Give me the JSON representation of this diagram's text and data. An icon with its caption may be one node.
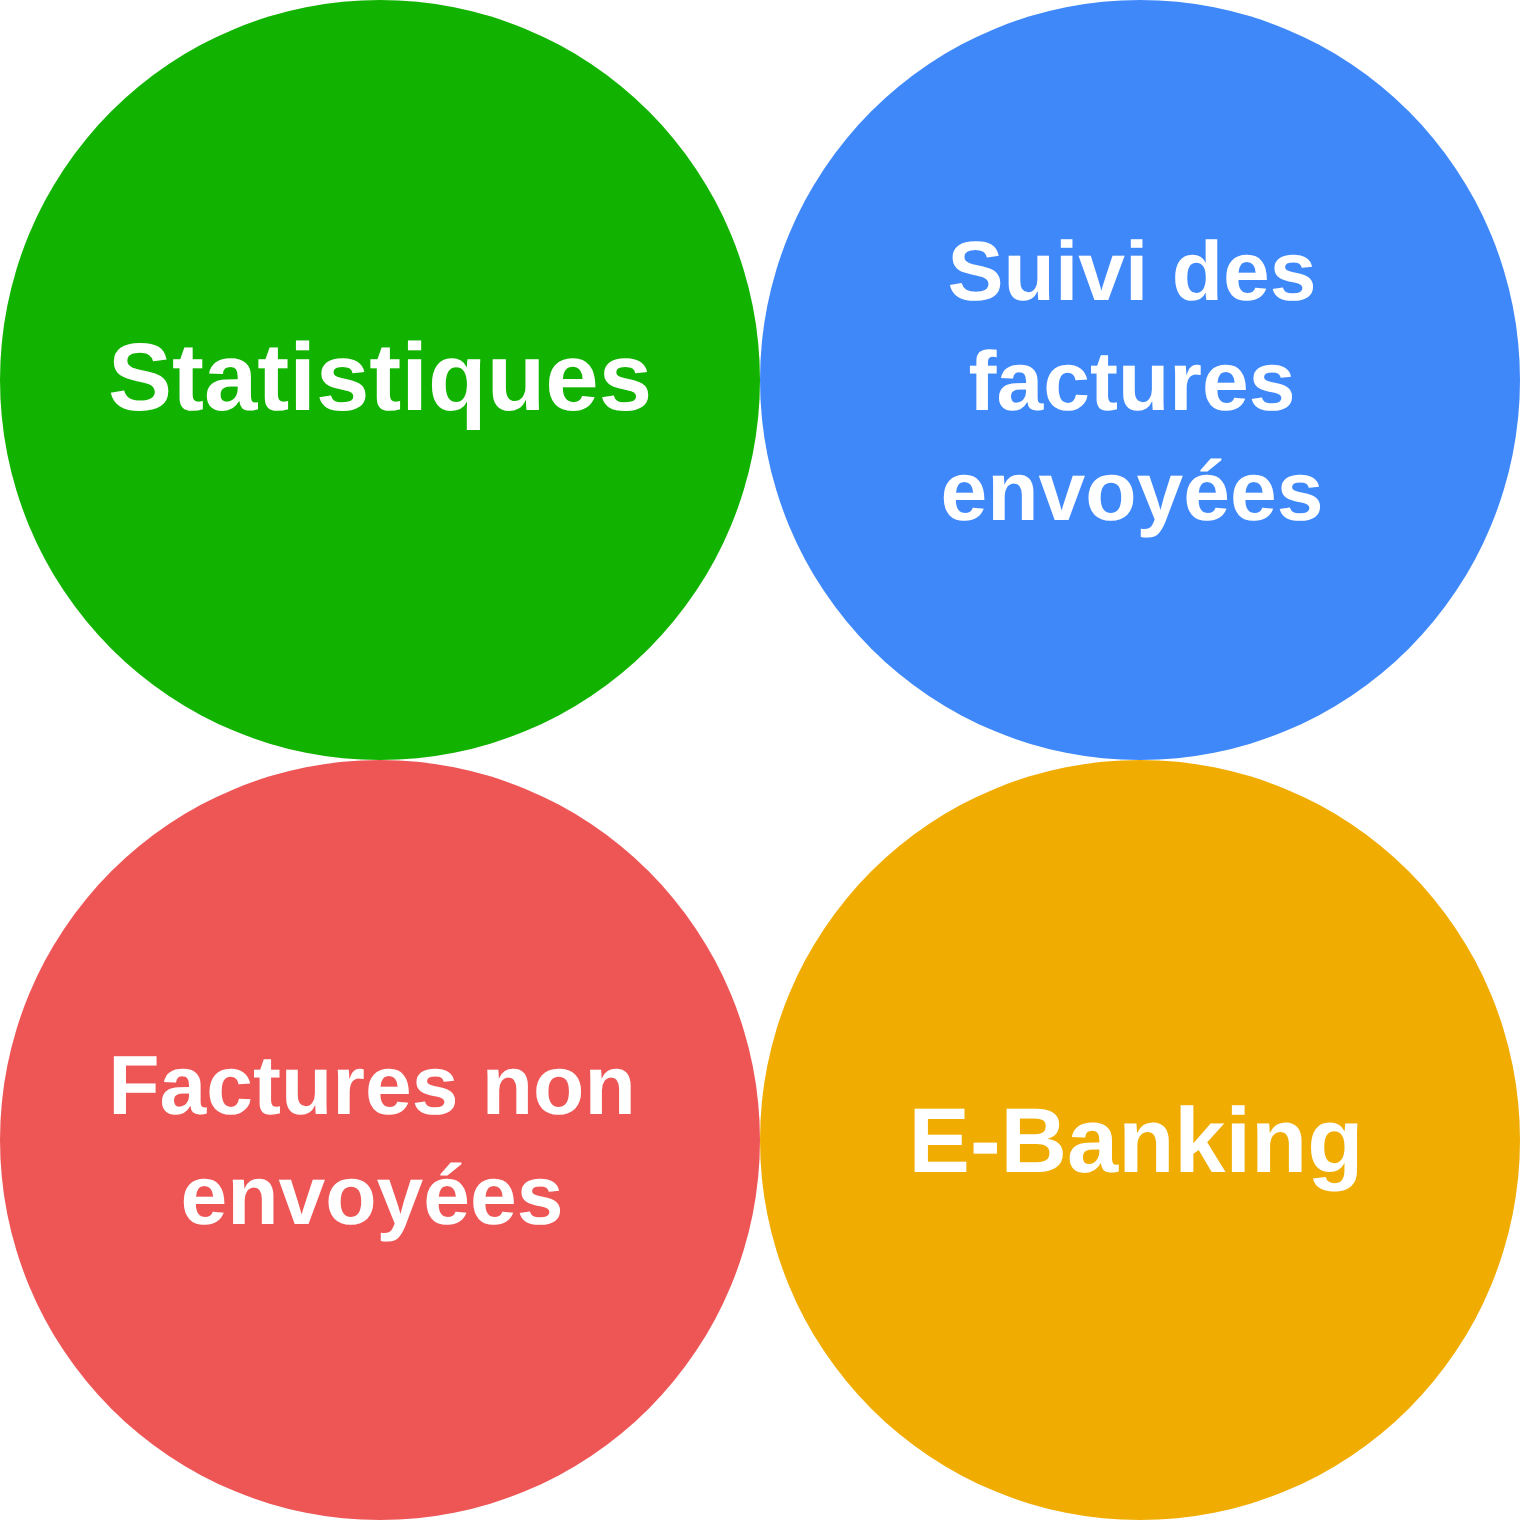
{
  "diagram": {
    "nodes": [
      {
        "text": [
          "Statistiques"
        ]
      },
      {
        "text": [
          "Suivi des factures envoyées"
        ]
      },
      {
        "text": [
          "Factures non envoyées"
        ]
      },
      {
        "text": [
          "E-Banking"
        ]
      }
    ]
  }
}
